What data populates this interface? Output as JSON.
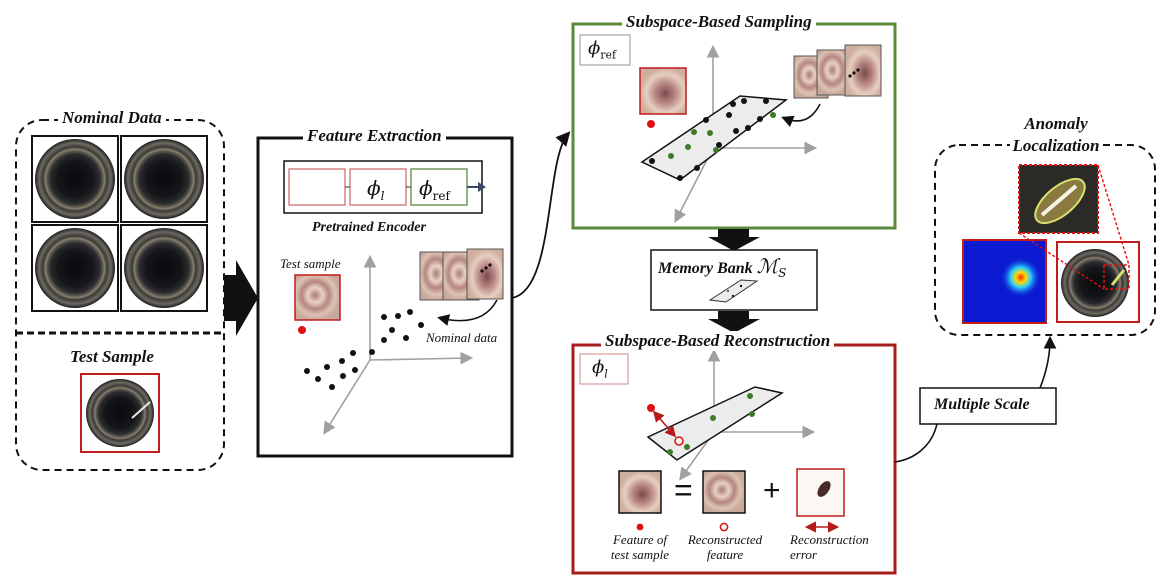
{
  "nominal": {
    "title": "Nominal Data"
  },
  "test": {
    "title": "Test Sample"
  },
  "feature_extraction": {
    "title": "Feature Extraction",
    "phi_l": "ϕ",
    "phi_l_sub": "l",
    "phi_ref": "ϕ",
    "phi_ref_sub": "ref",
    "encoder_label": "Pretrained Encoder",
    "test_sample_label": "Test sample",
    "nominal_data_label": "Nominal data"
  },
  "sampling": {
    "title": "Subspace-Based Sampling",
    "phi_ref": "ϕ",
    "phi_ref_sub": "ref"
  },
  "memory": {
    "label": "Memory Bank ",
    "symbol": "ℳ",
    "symbol_sub": "S"
  },
  "reconstruction": {
    "title": "Subspace-Based Reconstruction",
    "phi_l": "ϕ",
    "phi_l_sub": "l",
    "equals": "=",
    "plus": "+",
    "feature_label_1": "Feature of",
    "feature_label_2": "test sample",
    "recon_label_1": "Reconstructed",
    "recon_label_2": "feature",
    "error_label_1": "Reconstruction",
    "error_label_2": "error"
  },
  "multiple_scale": {
    "label": "Multiple Scale"
  },
  "localization": {
    "title_1": "Anomaly",
    "title_2": "Localization"
  },
  "colors": {
    "green": "#4f7d2e",
    "red": "#b51b1b",
    "gray": "#9a9a9a",
    "dot_green": "#3f7a2a",
    "dot_red": "#e01010"
  }
}
